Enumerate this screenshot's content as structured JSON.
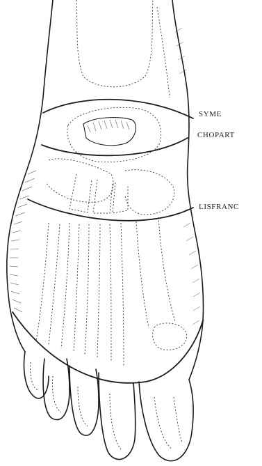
{
  "labels": {
    "syme": "SYME",
    "chopart": "CHOPART",
    "lisfranc": "LISFRANC"
  },
  "colors": {
    "ink": "#1a1a1a",
    "background": "#ffffff"
  }
}
